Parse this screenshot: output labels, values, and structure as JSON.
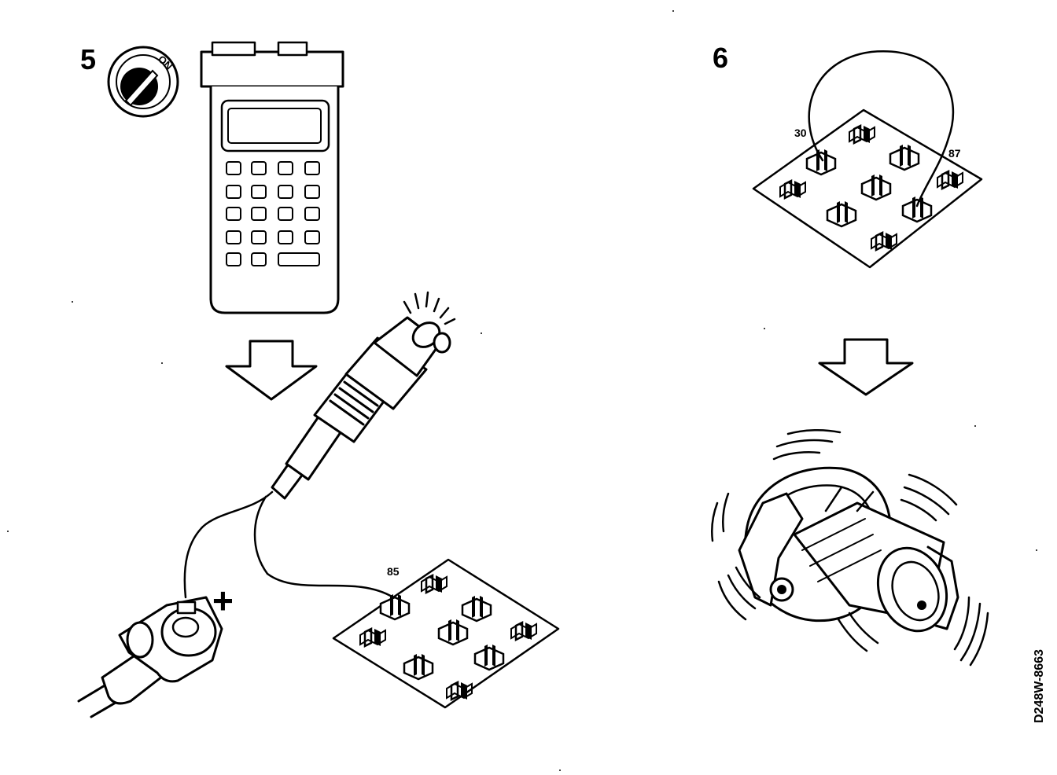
{
  "step_left": {
    "number": "5",
    "switch_text": "ON",
    "relay_pin": "85"
  },
  "step_right": {
    "number": "6",
    "pin_a": "30",
    "pin_b": "87"
  },
  "polarity": "+",
  "figure_code": "D248W-8663",
  "icons": [
    "ignition-switch-icon",
    "diagnostic-tester-icon",
    "down-arrow-icon",
    "test-lamp-icon",
    "battery-terminal-icon",
    "relay-socket-icon",
    "fuel-pump-icon"
  ]
}
